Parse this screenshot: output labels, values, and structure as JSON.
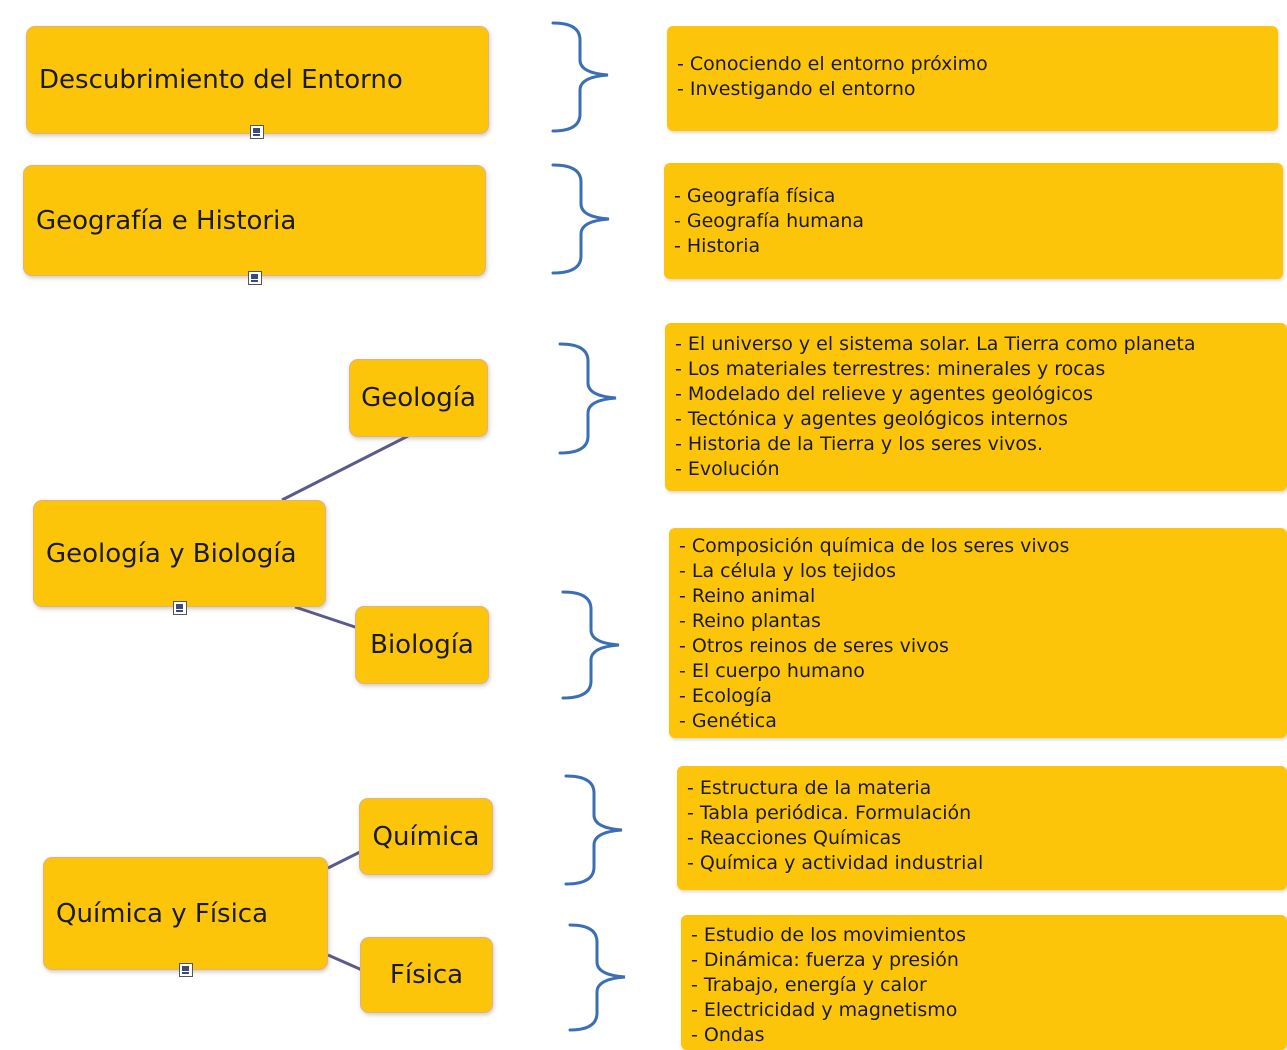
{
  "topics": [
    {
      "label": "Descubrimiento del Entorno"
    },
    {
      "label": "Geografía e Historia"
    },
    {
      "label": "Geología y Biología"
    },
    {
      "label": "Química y Física"
    }
  ],
  "subtopics": [
    {
      "label": "Geología"
    },
    {
      "label": "Biología"
    },
    {
      "label": "Química"
    },
    {
      "label": "Física"
    }
  ],
  "panels": [
    {
      "items": [
        "- Conociendo el entorno próximo",
        "- Investigando el entorno"
      ]
    },
    {
      "items": [
        "- Geografía física",
        "- Geografía humana",
        "- Historia"
      ]
    },
    {
      "items": [
        "- El universo y el sistema solar. La Tierra como planeta",
        "- Los materiales terrestres: minerales y rocas",
        "- Modelado del relieve y agentes geológicos",
        "- Tectónica y agentes geológicos internos",
        "- Historia de la Tierra y los seres vivos.",
        "- Evolución"
      ]
    },
    {
      "items": [
        "- Composición química de los seres vivos",
        "- La célula y los tejidos",
        "- Reino animal",
        "- Reino plantas",
        "- Otros reinos de seres vivos",
        "- El cuerpo humano",
        "- Ecología",
        "- Genética"
      ]
    },
    {
      "items": [
        "- Estructura de la materia",
        "- Tabla periódica. Formulación",
        "- Reacciones Químicas",
        "- Química y actividad industrial"
      ]
    },
    {
      "items": [
        "- Estudio de los movimientos",
        "- Dinámica: fuerza y presión",
        "- Trabajo, energía y calor",
        "- Electricidad y magnetismo",
        "- Ondas"
      ]
    }
  ],
  "icons": {
    "note": "note-icon"
  },
  "colors": {
    "box_fill": "#fcc50a",
    "box_border": "#ddb380",
    "brace": "#3b6fb5",
    "connector": "#5a5a8c"
  }
}
